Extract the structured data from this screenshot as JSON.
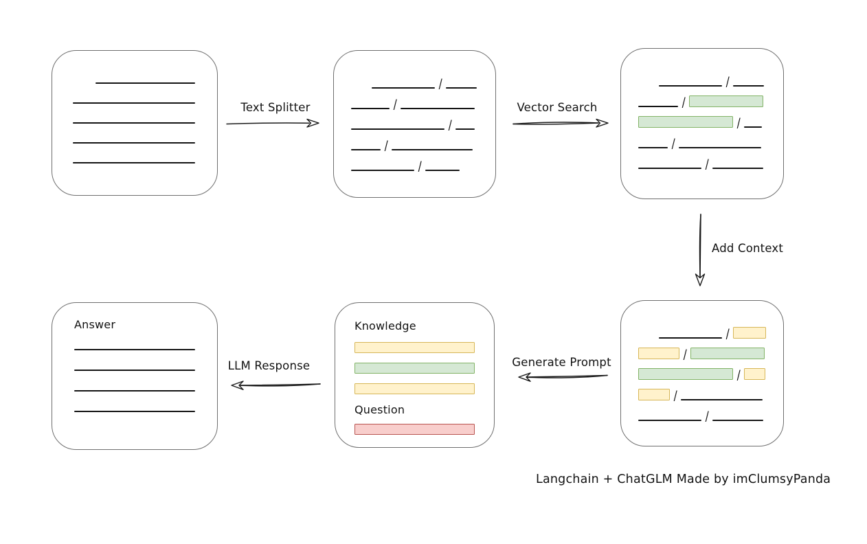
{
  "caption": "Langchain + ChatGLM Made by imClumsyPanda",
  "colors": {
    "box_border": "#6e6e6e",
    "line": "#141414",
    "green_fill": "#d5e8d4",
    "green_border": "#82b366",
    "yellow_fill": "#fff2cc",
    "yellow_border": "#d6b656",
    "red_fill": "#f8cecc",
    "red_border": "#b85450"
  },
  "arrows": {
    "text_splitter": {
      "label": "Text Splitter",
      "direction": "right"
    },
    "vector_search": {
      "label": "Vector Search",
      "direction": "right"
    },
    "add_context": {
      "label": "Add Context",
      "direction": "down"
    },
    "generate_prompt": {
      "label": "Generate Prompt",
      "direction": "left"
    },
    "llm_response": {
      "label": "LLM Response",
      "direction": "left"
    }
  },
  "boxes": {
    "document": {
      "lines": {
        "count": 5,
        "first_line_indent": true
      }
    },
    "split_chunks": {
      "rows": [
        [
          {
            "t": "indent",
            "w": 30
          },
          {
            "t": "line",
            "w": 92
          },
          {
            "t": "slash"
          },
          {
            "t": "line",
            "w": 45
          }
        ],
        [
          {
            "t": "line",
            "w": 56
          },
          {
            "t": "slash"
          },
          {
            "t": "line",
            "w": 108
          }
        ],
        [
          {
            "t": "line",
            "w": 136
          },
          {
            "t": "slash"
          },
          {
            "t": "line",
            "w": 28
          }
        ],
        [
          {
            "t": "line",
            "w": 43
          },
          {
            "t": "slash"
          },
          {
            "t": "line",
            "w": 118
          }
        ],
        [
          {
            "t": "line",
            "w": 92
          },
          {
            "t": "slash"
          },
          {
            "t": "line",
            "w": 50
          }
        ]
      ]
    },
    "vector_result": {
      "rows": [
        [
          {
            "t": "indent",
            "w": 30
          },
          {
            "t": "line",
            "w": 92
          },
          {
            "t": "slash"
          },
          {
            "t": "line",
            "w": 45
          }
        ],
        [
          {
            "t": "line",
            "w": 58
          },
          {
            "t": "slash"
          },
          {
            "t": "green",
            "w": 108
          }
        ],
        [
          {
            "t": "green",
            "w": 138
          },
          {
            "t": "slash"
          },
          {
            "t": "line",
            "w": 26
          }
        ],
        [
          {
            "t": "line",
            "w": 43
          },
          {
            "t": "slash"
          },
          {
            "t": "line",
            "w": 120
          }
        ],
        [
          {
            "t": "line",
            "w": 92
          },
          {
            "t": "slash"
          },
          {
            "t": "line",
            "w": 74
          }
        ]
      ]
    },
    "context_chunks": {
      "rows": [
        [
          {
            "t": "indent",
            "w": 30
          },
          {
            "t": "line",
            "w": 92
          },
          {
            "t": "slash"
          },
          {
            "t": "yellow",
            "w": 48
          }
        ],
        [
          {
            "t": "yellow",
            "w": 60
          },
          {
            "t": "slash"
          },
          {
            "t": "green",
            "w": 108
          }
        ],
        [
          {
            "t": "green",
            "w": 138
          },
          {
            "t": "slash"
          },
          {
            "t": "yellow",
            "w": 31
          }
        ],
        [
          {
            "t": "yellow",
            "w": 46
          },
          {
            "t": "slash"
          },
          {
            "t": "line",
            "w": 119
          }
        ],
        [
          {
            "t": "line",
            "w": 92
          },
          {
            "t": "slash"
          },
          {
            "t": "line",
            "w": 74
          }
        ]
      ]
    },
    "prompt": {
      "knowledge_label": "Knowledge",
      "knowledge_bars": [
        "yellow",
        "green",
        "yellow"
      ],
      "question_label": "Question",
      "question_bars": [
        "red"
      ]
    },
    "answer": {
      "label": "Answer",
      "lines": {
        "count": 4,
        "first_line_indent": false
      }
    }
  }
}
